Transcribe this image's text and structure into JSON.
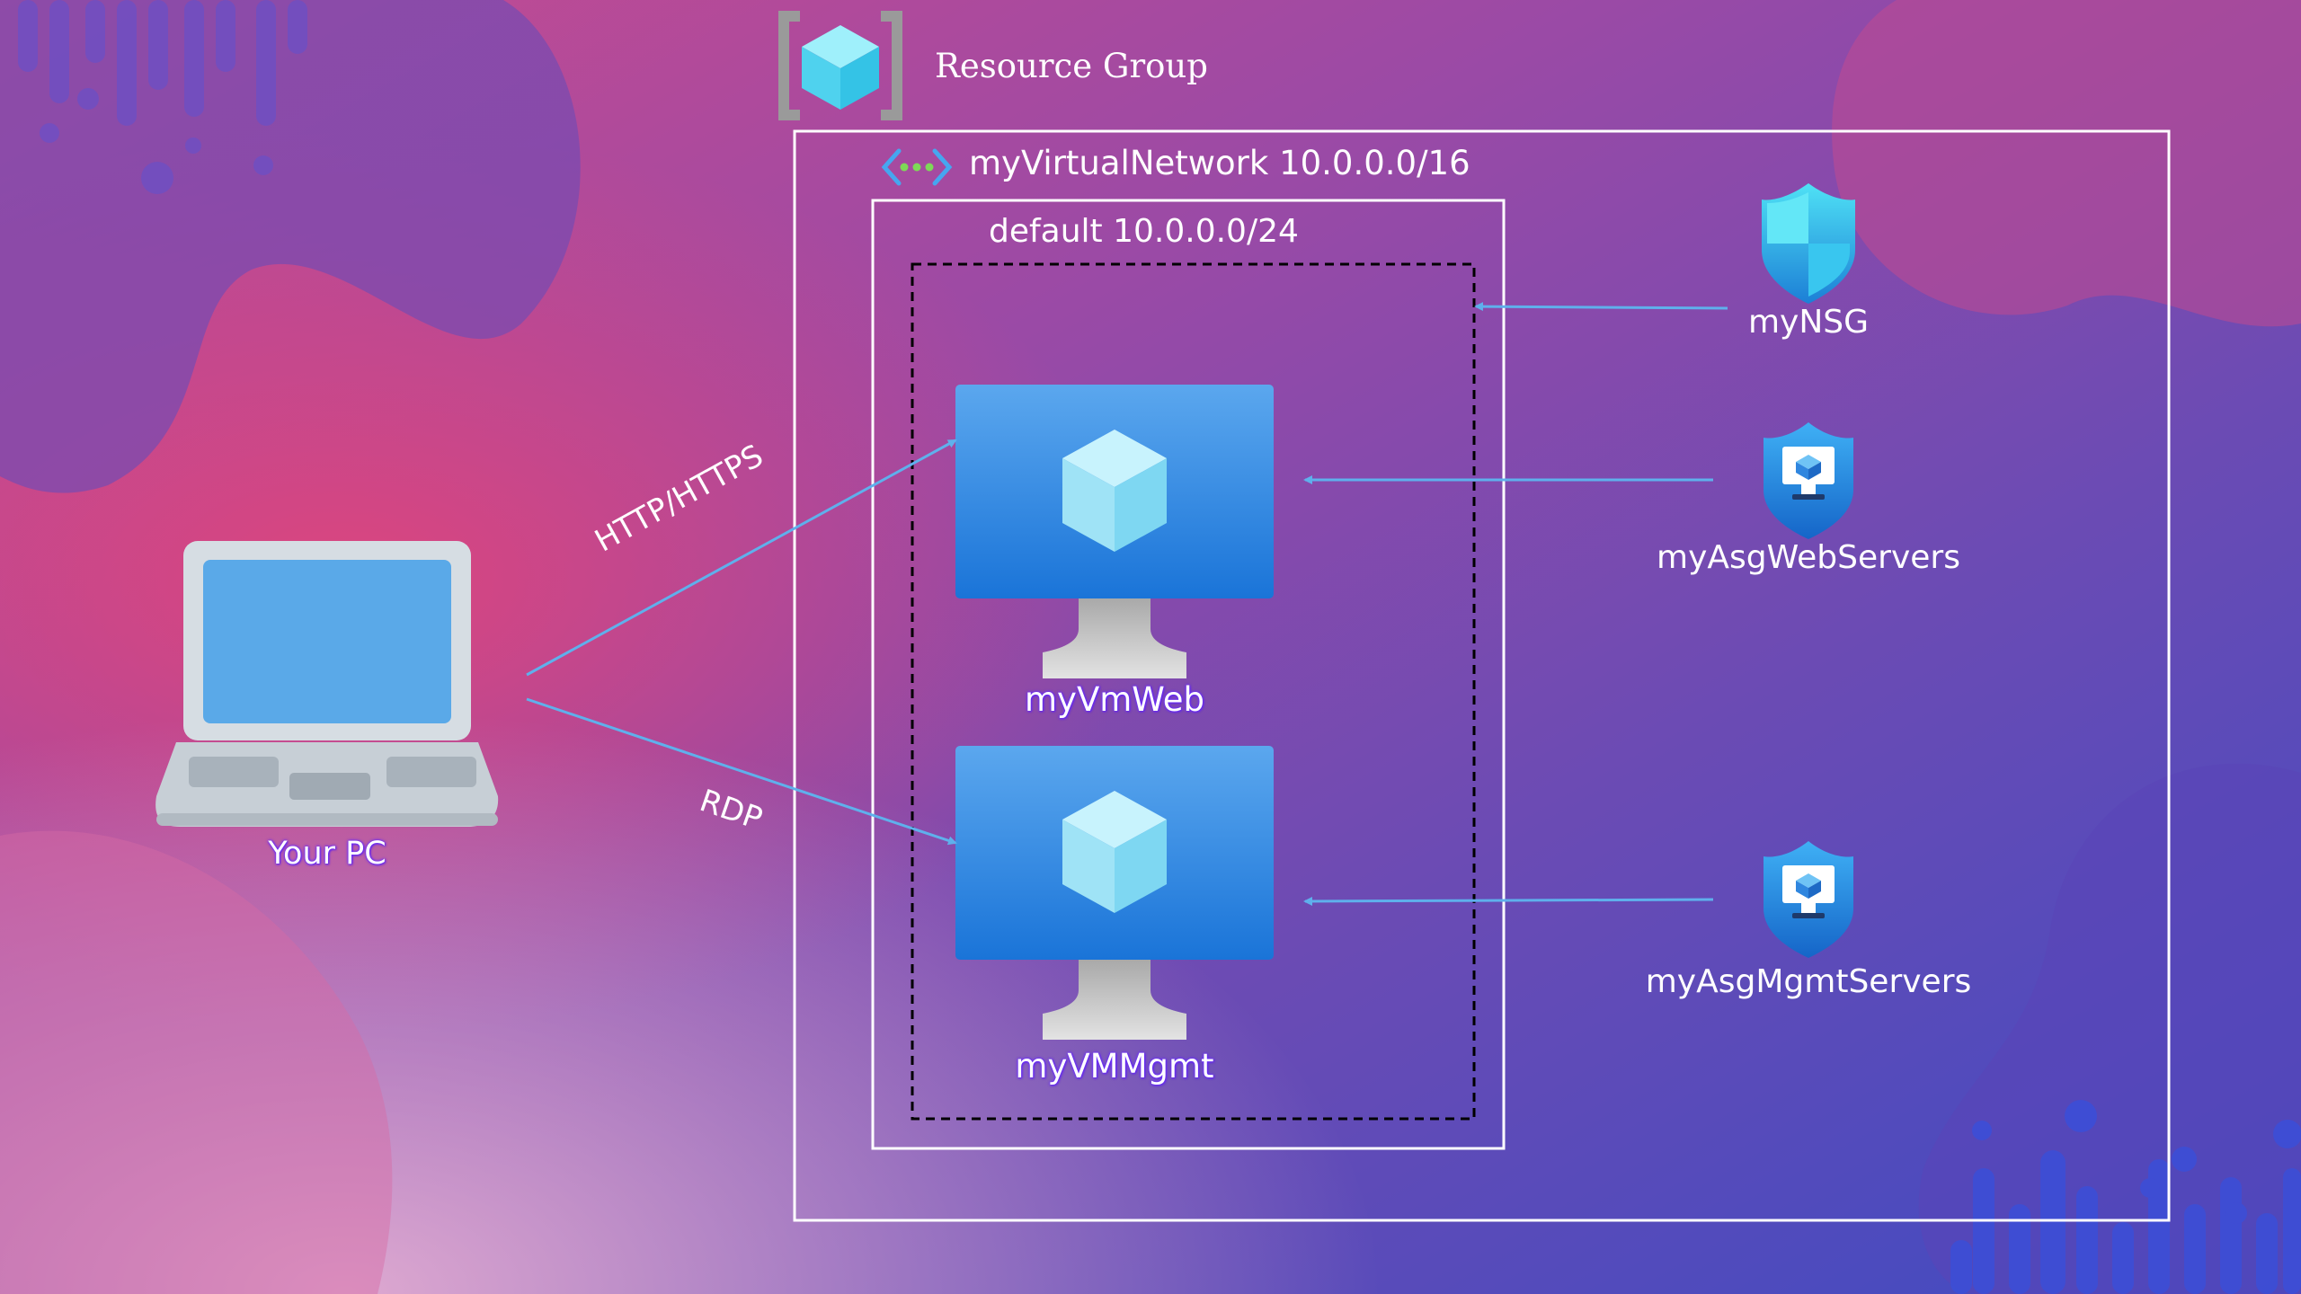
{
  "resource_group": {
    "label": "Resource Group"
  },
  "vnet": {
    "label": "myVirtualNetwork 10.0.0.0/16"
  },
  "subnet": {
    "label": "default 10.0.0.0/24"
  },
  "nodes": {
    "pc": "Your PC",
    "vm_web": "myVmWeb",
    "vm_mgmt": "myVMMgmt",
    "nsg": "myNSG",
    "asg_web": "myAsgWebServers",
    "asg_mgmt": "myAsgMgmtServers"
  },
  "edges": {
    "http": "HTTP/HTTPS",
    "rdp": "RDP"
  },
  "colors": {
    "bg_pink": "#d9477f",
    "bg_purple": "#8a4aa8",
    "bg_blue": "#4a4fc4",
    "connector": "#5fb0ec",
    "vm_blue": "#2b88e8",
    "shield_blue": "#2c8de8"
  },
  "icons": {
    "resource_group": "resource-group-icon",
    "vnet": "virtual-network-icon",
    "nsg": "network-security-group-icon",
    "asg": "application-security-group-icon",
    "vm": "virtual-machine-icon",
    "pc": "laptop-icon"
  }
}
